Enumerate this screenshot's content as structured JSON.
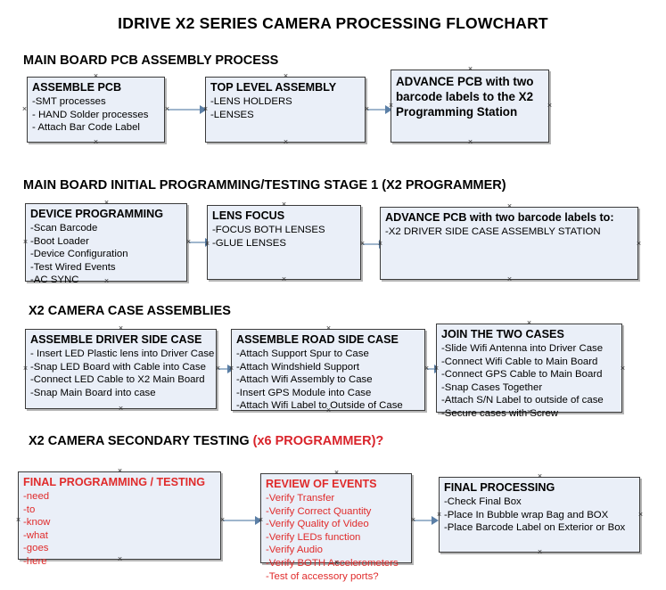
{
  "document": {
    "title": "IDRIVE X2  SERIES CAMERA PROCESSING FLOWCHART"
  },
  "sections": [
    {
      "id": "main-board-pcb-assembly-process",
      "title": "MAIN BOARD PCB ASSEMBLY PROCESS",
      "title_accent": "",
      "boxes": [
        {
          "id": "assemble-pcb",
          "header": "ASSEMBLE PCB",
          "lines": [
            "-SMT processes",
            "- HAND Solder processes",
            "- Attach Bar Code Label"
          ],
          "color": "black"
        },
        {
          "id": "top-level-assembly",
          "header": "TOP LEVEL ASSEMBLY",
          "lines": [
            "-LENS HOLDERS",
            "-LENSES"
          ],
          "color": "black"
        },
        {
          "id": "advance-pcb-to-x2-programming-station",
          "header": "ADVANCE PCB with two barcode labels to the  X2 Programming Station",
          "lines": [],
          "color": "black"
        }
      ]
    },
    {
      "id": "main-board-initial-programming-testing-stage-1",
      "title": "MAIN BOARD INITIAL PROGRAMMING/TESTING STAGE 1 (X2 PROGRAMMER)",
      "title_accent": "",
      "boxes": [
        {
          "id": "device-programming",
          "header": "DEVICE PROGRAMMING",
          "lines": [
            "-Scan Barcode",
            "-Boot Loader",
            "-Device Configuration",
            "-Test Wired Events",
            "-AC SYNC"
          ],
          "color": "black"
        },
        {
          "id": "lens-focus",
          "header": "LENS FOCUS",
          "lines": [
            "-FOCUS BOTH LENSES",
            "-GLUE LENSES"
          ],
          "color": "black"
        },
        {
          "id": "advance-pcb-to-driver-side-case-assembly",
          "header": "ADVANCE PCB with two barcode labels to:",
          "lines": [
            "-X2 DRIVER  SIDE  CASE  ASSEMBLY STATION"
          ],
          "color": "black"
        }
      ]
    },
    {
      "id": "x2-camera-case-assemblies",
      "title": "X2 CAMERA CASE ASSEMBLIES",
      "title_accent": "",
      "boxes": [
        {
          "id": "assemble-driver-side-case",
          "header": "ASSEMBLE DRIVER SIDE CASE",
          "lines": [
            "- Insert LED Plastic lens into Driver Case",
            "-Snap LED Board with Cable into Case",
            "-Connect LED Cable to X2 Main Board",
            "-Snap Main Board into case"
          ],
          "color": "black"
        },
        {
          "id": "assemble-road-side-case",
          "header": "ASSEMBLE ROAD SIDE CASE",
          "lines": [
            "-Attach Support Spur to Case",
            "-Attach Windshield Support",
            "-Attach Wifi Assembly to Case",
            "-Insert GPS Module into Case",
            "-Attach Wifi Label to Outside of Case"
          ],
          "color": "black"
        },
        {
          "id": "join-the-two-cases",
          "header": "JOIN THE TWO CASES",
          "lines": [
            "-Slide Wifi Antenna into Driver Case",
            "-Connect Wifi Cable to Main Board",
            "-Connect GPS Cable to Main Board",
            "-Snap Cases Together",
            "-Attach S/N Label to outside of case",
            "-Secure cases with Screw"
          ],
          "color": "black"
        }
      ]
    },
    {
      "id": "x2-camera-secondary-testing",
      "title": "X2 CAMERA SECONDARY TESTING ",
      "title_accent": "(x6 PROGRAMMER)?",
      "boxes": [
        {
          "id": "final-programming-testing",
          "header": "FINAL PROGRAMMING / TESTING",
          "lines": [
            "-need",
            "-to",
            "-know",
            "-what",
            "-goes",
            "-here"
          ],
          "color": "red"
        },
        {
          "id": "review-of-events",
          "header": "REVIEW OF EVENTS",
          "lines": [
            "-Verify Transfer",
            "-Verify Correct Quantity",
            "-Verify Quality of Video",
            "-Verify LEDs function",
            "-Verify Audio",
            "-Verify BOTH Accelerometers",
            "-Test of accessory ports?"
          ],
          "color": "red"
        },
        {
          "id": "final-processing",
          "header": "FINAL PROCESSING",
          "lines": [
            "-Check Final Box",
            "-Place In Bubble wrap Bag and BOX",
            "-Place Barcode Label on Exterior or Box"
          ],
          "color": "black"
        }
      ]
    }
  ],
  "colors": {
    "box_fill": "#eaeff8",
    "box_border": "#3b3b3b",
    "connector": "#9fb6cd",
    "arrow": "#5b7fa6",
    "accent_red": "#d9232a",
    "red_text": "#e02b2b"
  }
}
